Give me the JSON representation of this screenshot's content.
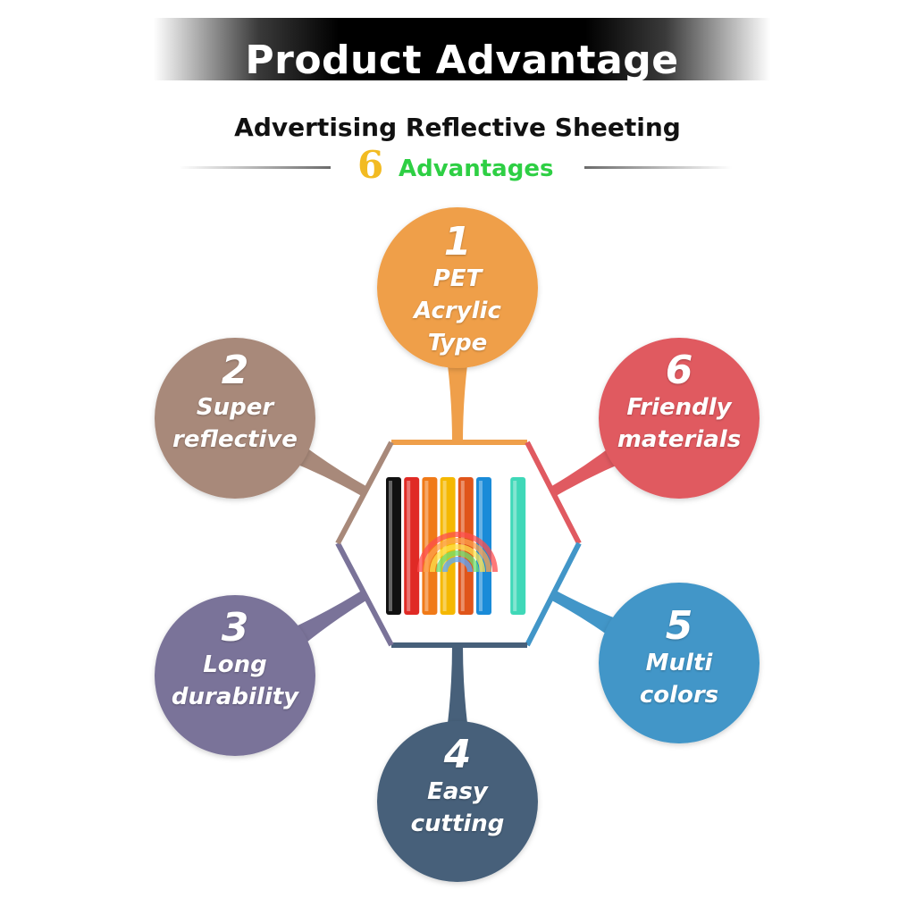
{
  "header": {
    "title": "Product Advantage",
    "subtitle": "Advertising Reflective Sheeting",
    "count": "6",
    "count_label": "Advantages"
  },
  "colors": {
    "orange": "#ef9f4a",
    "brown": "#a8897a",
    "red": "#e05a61",
    "purple": "#7a7399",
    "blue": "#4296c8",
    "slate": "#47607a"
  },
  "advantages": [
    {
      "number": "1",
      "lines": [
        "PET",
        "Acrylic",
        "Type"
      ],
      "color": "#ef9f4a"
    },
    {
      "number": "2",
      "lines": [
        "Super",
        "reflective"
      ],
      "color": "#a8897a"
    },
    {
      "number": "3",
      "lines": [
        "Long",
        "durability"
      ],
      "color": "#7a7399"
    },
    {
      "number": "4",
      "lines": [
        "Easy",
        "cutting"
      ],
      "color": "#47607a"
    },
    {
      "number": "5",
      "lines": [
        "Multi",
        "colors"
      ],
      "color": "#4296c8"
    },
    {
      "number": "6",
      "lines": [
        "Friendly",
        "materials"
      ],
      "color": "#e05a61"
    }
  ],
  "product_rolls": [
    "#111111",
    "#e02a25",
    "#f07a18",
    "#f5b800",
    "#e0551a",
    "#1a8bd8",
    "#3fd8b8"
  ]
}
